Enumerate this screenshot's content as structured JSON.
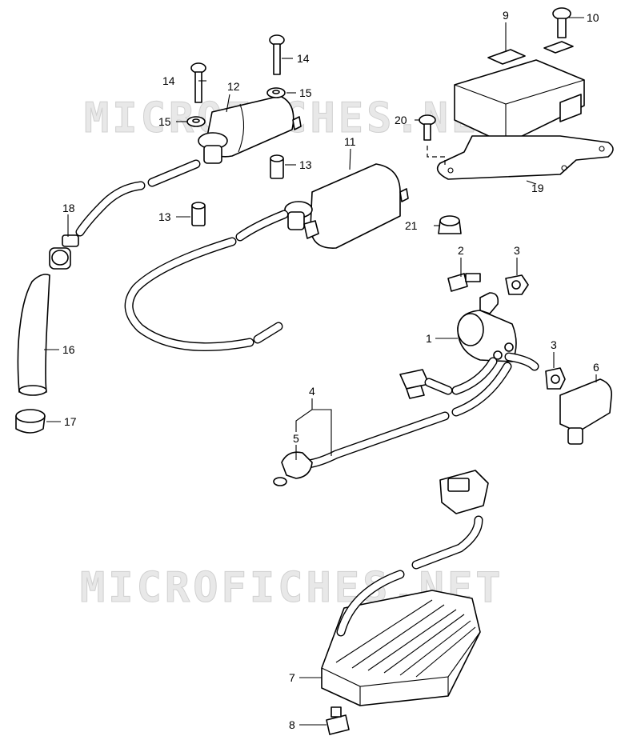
{
  "watermark": {
    "top": "MICROFICHES.NET",
    "bottom": "MICROFICHES.NET"
  },
  "callouts": {
    "c1": "1",
    "c2": "2",
    "c3a": "3",
    "c3b": "3",
    "c4": "4",
    "c5": "5",
    "c6": "6",
    "c7": "7",
    "c8": "8",
    "c9": "9",
    "c10": "10",
    "c11": "11",
    "c12": "12",
    "c13a": "13",
    "c13b": "13",
    "c14a": "14",
    "c14b": "14",
    "c15a": "15",
    "c15b": "15",
    "c16": "16",
    "c17": "17",
    "c18": "18",
    "c19": "19",
    "c20": "20",
    "c21": "21"
  },
  "colors": {
    "line": "#000000",
    "watermark": "#d0d0d0"
  }
}
